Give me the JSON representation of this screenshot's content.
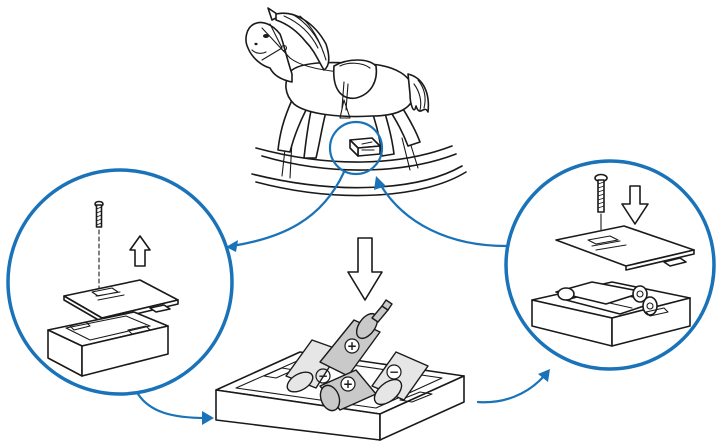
{
  "colors": {
    "callout_blue": "#1a73b8",
    "line_art": "#1a1a1a",
    "battery_grey": "#c9c9c9"
  },
  "icons": [
    "rocking-horse-illustration",
    "screw-icon",
    "up-arrow-icon",
    "down-arrow-icon",
    "battery-icon",
    "plus-symbol-icon",
    "minus-symbol-icon"
  ],
  "steps": [
    {
      "id": "remove-screw-and-cover",
      "direction": "up"
    },
    {
      "id": "insert-batteries",
      "direction": "down",
      "battery_count": 3
    },
    {
      "id": "replace-cover-and-screw",
      "direction": "down",
      "battery_count": 2
    }
  ],
  "battery_polarity_marks": [
    "+",
    "−",
    "+",
    "−"
  ]
}
